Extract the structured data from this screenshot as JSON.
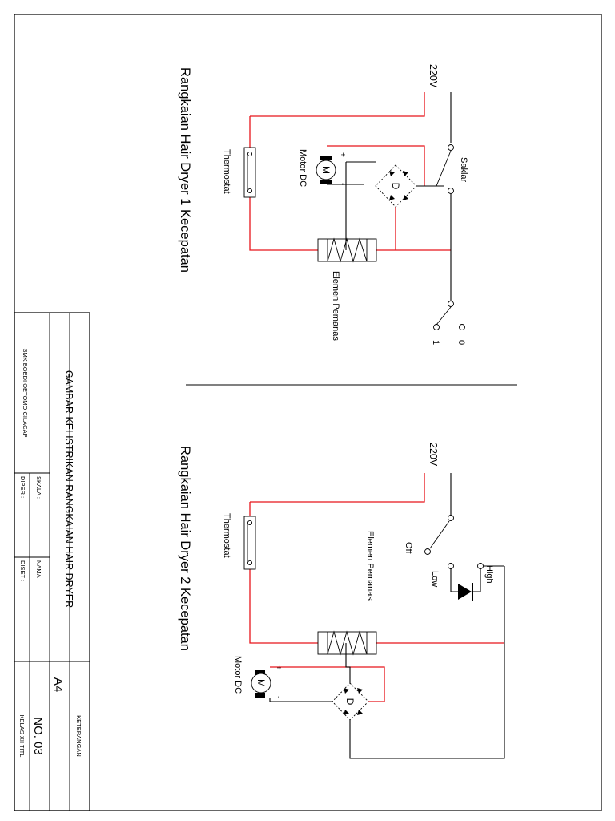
{
  "drawing": {
    "circuit1": {
      "title": "Rangkaian Hair Dryer 1 Kecepatan",
      "source": "220V",
      "switch": "Saklar",
      "motor": "Motor DC",
      "motor_symbol": "M",
      "plus": "+",
      "minus": "-",
      "bridge": "D",
      "thermostat": "Thermostat",
      "heater": "Elemen Pemanas",
      "pos0": "0",
      "pos1": "1"
    },
    "circuit2": {
      "title": "Rangkaian Hair Dryer 2 Kecepatan",
      "source": "220V",
      "thermostat": "Thermostat",
      "heater": "Elemen Pemanas",
      "off": "Off",
      "low": "Low",
      "high": "High",
      "motor": "Motor DC",
      "motor_symbol": "M",
      "plus": "+",
      "minus": "-",
      "bridge": "D"
    },
    "titleblock": {
      "title": "GAMBAR KELISTRIKAN RANGKAIAN HAIR DRYER",
      "school": "SMK BOEDI OETOMO CILACAP",
      "skala": "SKALA :",
      "diper": "DIPER :",
      "nama": "NAMA :",
      "diset": "DISET :",
      "size": "A4",
      "number": "NO. 03",
      "keterangan": "KETERANGAN",
      "kelas": "KELAS XII TITL"
    },
    "colors": {
      "wire": "#e8141a",
      "line": "#000000"
    }
  }
}
